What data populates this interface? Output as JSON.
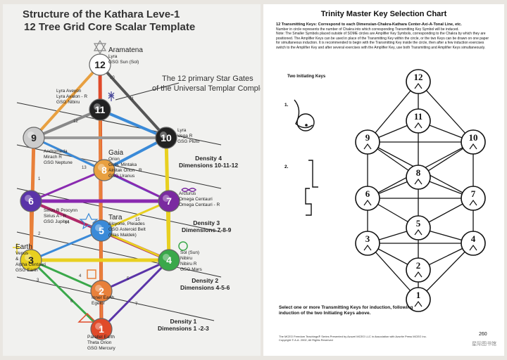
{
  "left": {
    "title_line1": "Structure of the Kathara Leve-1",
    "title_line2": "12 Tree Grid Core Scalar Template",
    "subtitle_line1": "The 12 primary Star Gates",
    "subtitle_line2": "of the Universal Templar Complex",
    "nodes": [
      {
        "n": "12",
        "label": [
          "Aramatena",
          "Lyra",
          "GSG Sun (Sol)"
        ],
        "color": "#ffffff"
      },
      {
        "n": "11",
        "label": [
          "Lyra Aveyon",
          "Lyra Avalon - R",
          "GSG Nibiru"
        ],
        "color": "#222222"
      },
      {
        "n": "10",
        "label": [
          "Lyra",
          "Vega R",
          "GSG Pluto"
        ],
        "color": "#222222"
      },
      {
        "n": "9",
        "label": [
          "Andromeda",
          "Mirach R",
          "GSG Neptune"
        ],
        "color": "#cccccc"
      },
      {
        "n": "8",
        "label": [
          "Gaia",
          "Orion",
          "Gola, Mintaka",
          "Alnitak Orion - R",
          "GSG Uranus"
        ],
        "color": "#e8a040"
      },
      {
        "n": "7",
        "label": [
          "Arcturus",
          "Omega Centauri",
          "Omega Centauri - R"
        ],
        "color": "#7a2aa0"
      },
      {
        "n": "6",
        "label": [
          "Sirius B Procynn",
          "Sirius A - R",
          "GSG Jupiter"
        ],
        "color": "#5a34a8"
      },
      {
        "n": "5",
        "label": [
          "Tara",
          "Alcyone, Pleiades",
          "GSG Asteroid Belt",
          "(Was Maldek)"
        ],
        "color": "#3a8ad8"
      },
      {
        "n": "4",
        "label": [
          "Sol (Sun)",
          "Nibiru",
          "Nibiru R",
          "GSG Mars"
        ],
        "color": "#3aa84a"
      },
      {
        "n": "3",
        "label": [
          "Earth",
          "Venus",
          "&",
          "Alpha Centauri",
          "GSG Earth"
        ],
        "color": "#e8d020"
      },
      {
        "n": "2",
        "label": [
          "Inner Earth",
          "Egelor"
        ],
        "color": "#e8803a"
      },
      {
        "n": "1",
        "label": [
          "Parallel Earth",
          "Theta Orion",
          "GSG Mercury"
        ],
        "color": "#e04a2a"
      }
    ],
    "edges": [
      "10",
      "11",
      "12",
      "13",
      "14",
      "15",
      "1",
      "2",
      "3",
      "4",
      "5",
      "6",
      "7"
    ],
    "densities": [
      {
        "name": "Density 4",
        "dims": "Dimensions 10-11-12"
      },
      {
        "name": "Density 3",
        "dims": "Dimensions 7-8-9"
      },
      {
        "name": "Density 2",
        "dims": "Dimensions 4-5-6"
      },
      {
        "name": "Density 1",
        "dims": "Dimensions 1 -2-3"
      }
    ]
  },
  "right": {
    "title": "Trinity Master Key Selection Chart",
    "para_head": "12 Transmitting Keys: Correspond to each Dimensian-Chakra-Kathara Center-Axi-A-Tonal Line, etc.",
    "para_l1": "Number in circle represents the number of Chakra into which corresponding Transmitting Key Symbol will be induced.",
    "para_l2": "Note: The Smaller Symbols placed outside of SOME circles are Amplifier Key Symbols, corresponding to the Chakra by which they are positioned. The Amplifier Keys can be used in place of the Transmitting Key within the circle, or the two Keys can be drawn on one paper for simultaneous induction. It is recommended to begin with the Transmitting Key inside the circle, then after a few induction exercises switch to the Amplifier Key and after several exercises with the Amplifier Key, use both Transmitting and Amplifier Keys simultaneously.",
    "two_initiating": "Two Initiating Keys",
    "key1": "1.",
    "key2": "2.",
    "circles": [
      "12",
      "11",
      "10",
      "9",
      "8",
      "7",
      "6",
      "5",
      "4",
      "3",
      "2",
      "1"
    ],
    "select_text": "Select one or more Transmitting Keys for induction, following induction of the two Initiating Keys above.",
    "footer_l1": "The MCEO Freedom Teachings® Series Presented by Azuzel MCEO LLC in Association with Azurite Press MCEO Inc.",
    "footer_l2": "Copyright © A.A. 2002, All Rights Reserved",
    "page": "260",
    "watermark": "星际图书馆"
  }
}
